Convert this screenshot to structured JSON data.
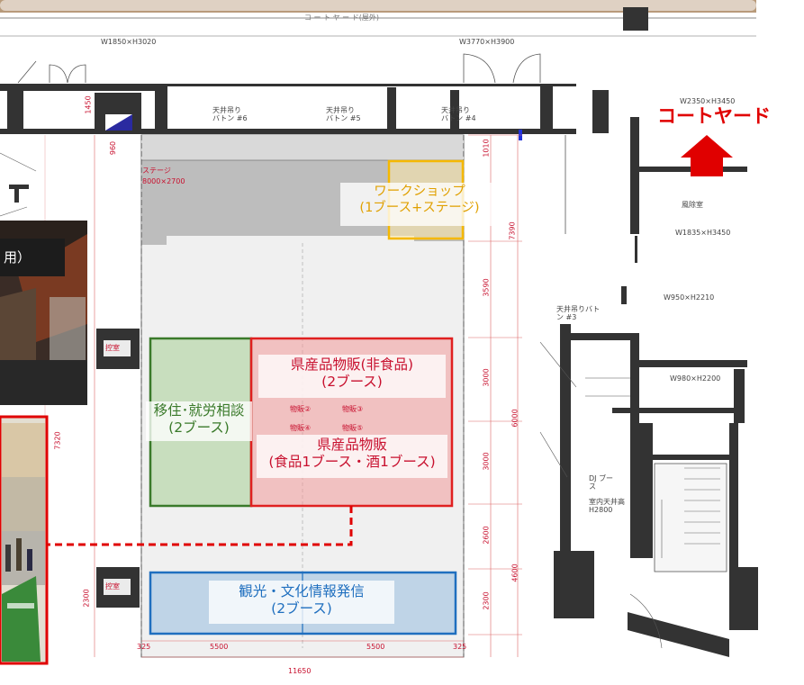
{
  "courtyard_top": "コ ー ト ヤ ー ド(屋外)",
  "courtyard_arrow_label": "コートヤード",
  "photo_caption": "用）",
  "zones": {
    "workshop": {
      "line1": "ワークショップ",
      "line2": "(1ブース+ステージ)"
    },
    "non_food": {
      "line1": "県産品物販(非食品)",
      "line2": "(2ブース)"
    },
    "food": {
      "line1": "県産品物販",
      "line2": "(食品1ブース・酒1ブース)"
    },
    "relocation": {
      "line1": "移住･就労相談",
      "line2": "(2ブース)"
    },
    "tourism": {
      "line1": "観光・文化情報発信",
      "line2": "(2ブース)"
    }
  },
  "plan_labels": {
    "door1": "W1850×H3020",
    "door2": "W3770×H3900",
    "baton6": "天井吊りバトン #6",
    "baton5": "天井吊りバトン #5",
    "baton4": "天井吊りバトン #4",
    "baton3": "天井吊りバトン #3",
    "stage": "ステージ",
    "stage_size": "8000×2700",
    "rest_room": "風除室",
    "door_w1835": "W1835×H3450",
    "door_w950": "W950×H2210",
    "door_w980": "W980×H2200",
    "door_right_top": "W2350×H3450",
    "ceiling_height": "室内天井高 H2800",
    "booth_small": "DJ ブース",
    "stock1": "控室",
    "stock2": "控室",
    "booth_a": "物販③",
    "booth_b": "物販④",
    "booth_c": "物販②",
    "booth_d": "物販⑤"
  },
  "dimensions": {
    "d1450": "1450",
    "d960": "960",
    "d7320": "7320",
    "d2300": "2300",
    "d1010": "1010",
    "d7390": "7390",
    "d3590": "3590",
    "d3000a": "3000",
    "d3000b": "3000",
    "d6000": "6000",
    "d2600": "2600",
    "d2300b": "2300",
    "d4600": "4600",
    "w325a": "325",
    "w5500": "5500",
    "w5500b": "5500",
    "w325b": "325",
    "w11650": "11650"
  },
  "colors": {
    "workshop": "#f5b800",
    "product": "#e02020",
    "relocation": "#3a7a2a",
    "tourism": "#1f6fbf",
    "accent_red": "#e00000"
  }
}
